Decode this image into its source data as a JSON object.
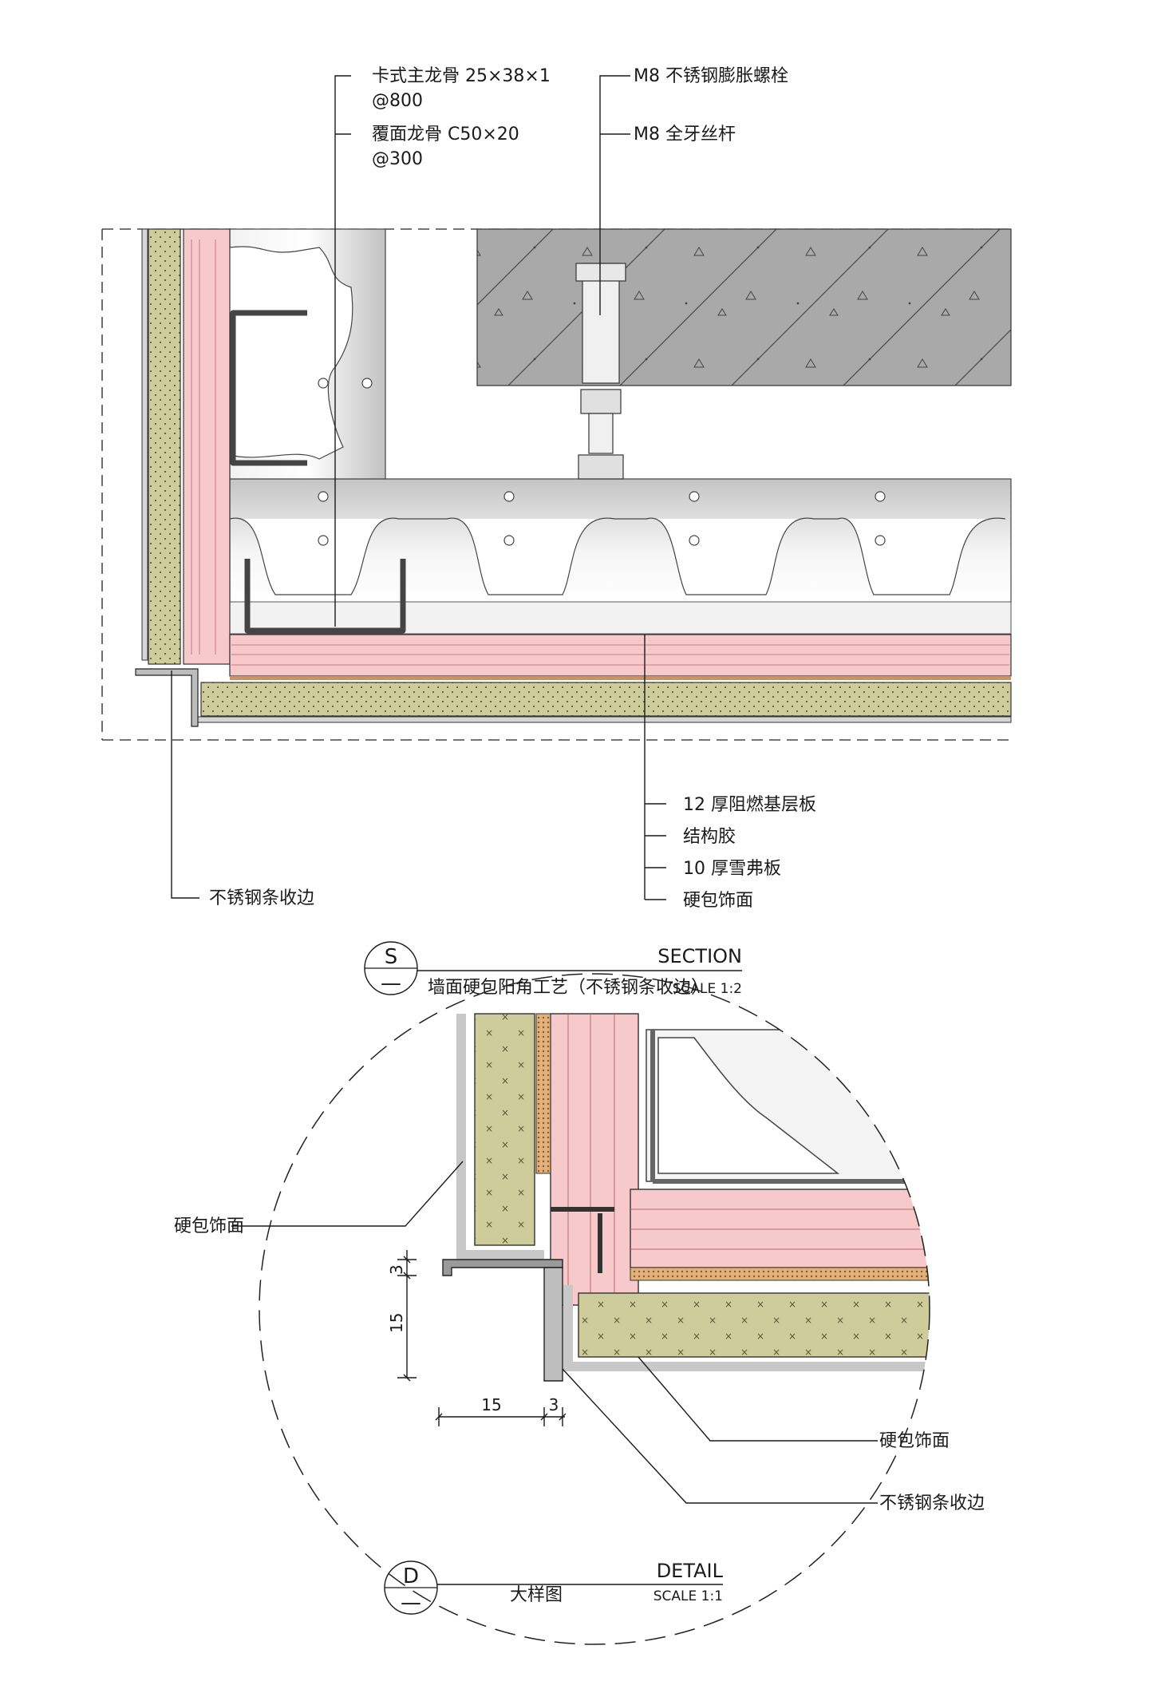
{
  "colors": {
    "wood": "#f7c9cb",
    "fleece": "#cfcc9c",
    "steel": "#cfcfcf",
    "concrete": "#a9a9a9",
    "glue": "#c9935f"
  },
  "section": {
    "symbol_letter": "S",
    "symbol_sub": "—",
    "label_en": "SECTION",
    "title_cn": "墙面硬包阳角工艺（不锈钢条收边）",
    "scale": "SCALE 1:2",
    "callouts": {
      "main_keel": "卡式主龙骨 25×38×1",
      "main_keel_spacing": "@800",
      "cover_keel": "覆面龙骨 C50×20",
      "cover_keel_spacing": "@300",
      "anchor_bolt": "M8 不锈钢膨胀螺栓",
      "threaded_rod": "M8 全牙丝杆",
      "base_board": "12 厚阻燃基层板",
      "glue": "结构胶",
      "fleece_board": "10 厚雪弗板",
      "finish": "硬包饰面",
      "steel_trim": "不锈钢条收边"
    }
  },
  "detail": {
    "symbol_letter": "D",
    "symbol_sub": "—",
    "label_en": "DETAIL",
    "title_cn": "大样图",
    "scale": "SCALE 1:1",
    "callouts": {
      "finish_left": "硬包饰面",
      "finish_right": "硬包饰面",
      "steel_trim": "不锈钢条收边"
    },
    "dimensions": {
      "v_thickness": "3",
      "v_leg": "15",
      "h_leg": "15",
      "h_thickness": "3"
    }
  }
}
